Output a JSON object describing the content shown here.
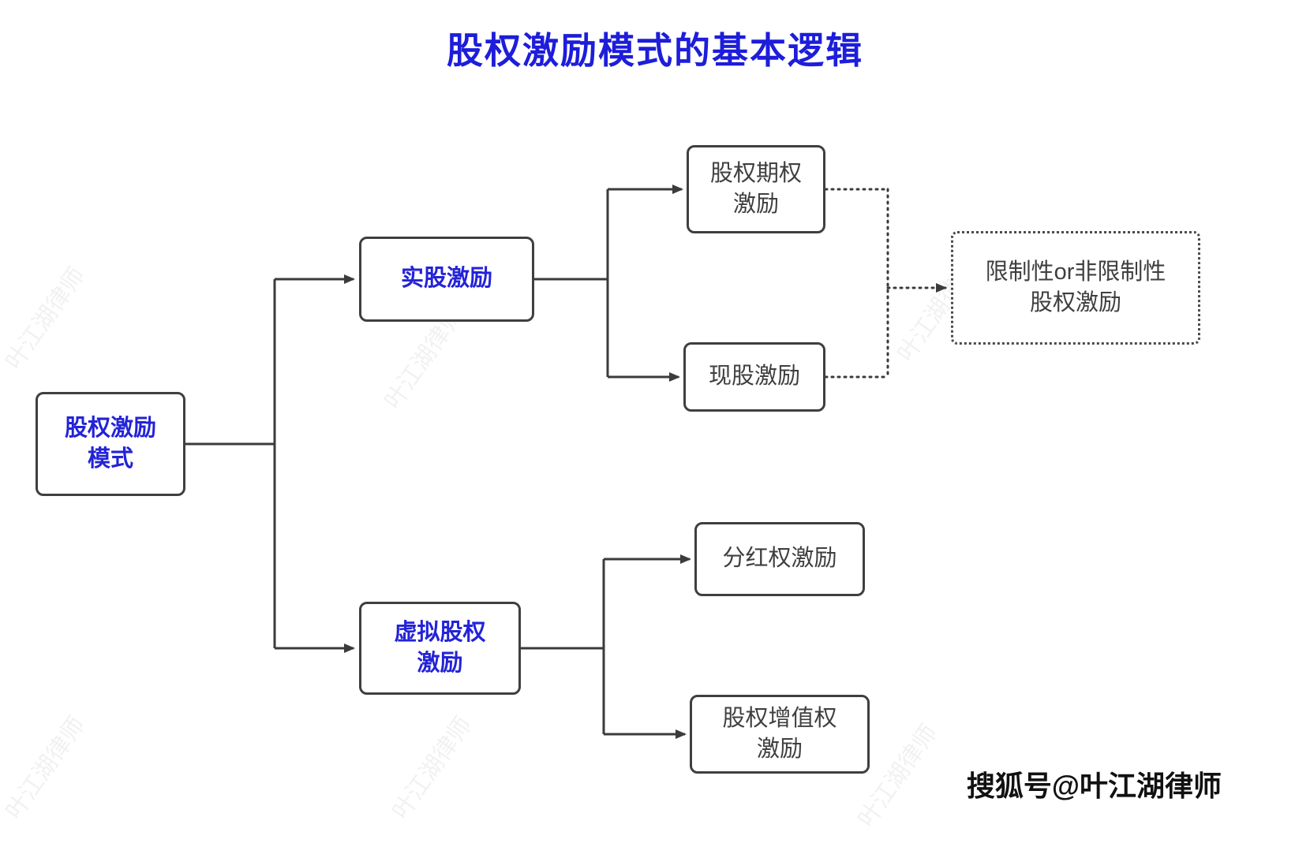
{
  "title": "股权激励模式的基本逻辑",
  "colors": {
    "title_blue": "#1d1dda",
    "node_blue": "#2323d8",
    "line_dark": "#3b3b3b",
    "text_dark": "#3f3f3f"
  },
  "nodes": {
    "root": {
      "label": "股权激励\n模式"
    },
    "real_stock": {
      "label": "实股激励"
    },
    "equity_option": {
      "label": "股权期权\n激励"
    },
    "current_stock": {
      "label": "现股激励"
    },
    "restricted": {
      "label": "限制性or非限制性\n股权激励"
    },
    "virtual_equity": {
      "label": "虚拟股权\n激励"
    },
    "dividend_right": {
      "label": "分红权激励"
    },
    "appreciation_right": {
      "label": "股权增值权\n激励"
    }
  },
  "watermark": {
    "credit": "搜狐号@叶江湖律师",
    "tile": "叶江湖律师"
  }
}
